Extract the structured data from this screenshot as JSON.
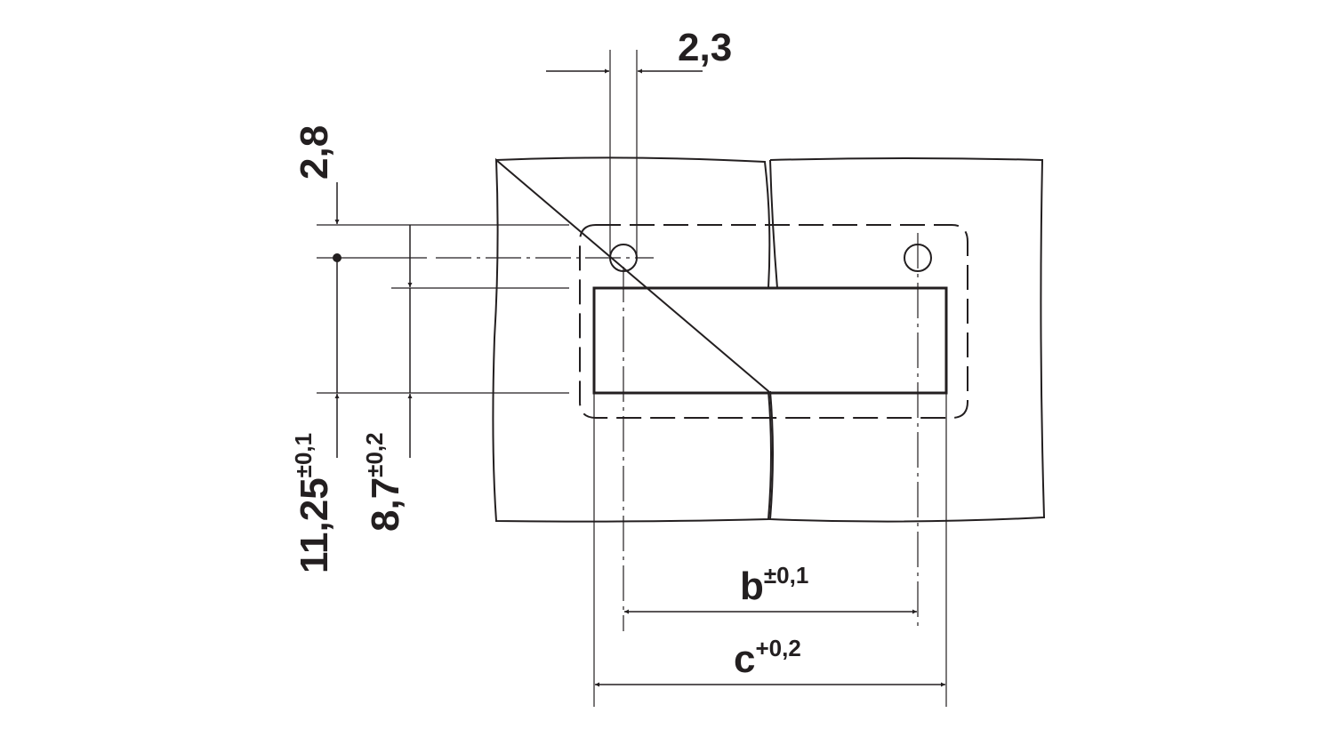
{
  "dimensions": {
    "pin_diameter": "2,3",
    "top_offset": "2,8",
    "total_height": "11,25",
    "total_height_tol": "±0,1",
    "cutout_height": "8,7",
    "cutout_height_tol": "±0,2",
    "pitch_label": "b",
    "pitch_tol": "±0,1",
    "cutout_width_label": "c",
    "cutout_width_tol": "+0,2"
  },
  "colors": {
    "line": "#231f20",
    "background": "#ffffff"
  }
}
